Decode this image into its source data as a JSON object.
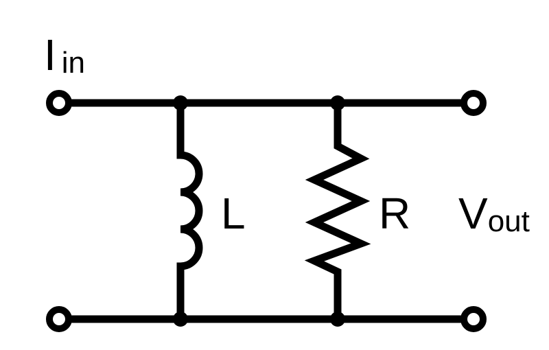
{
  "labels": {
    "current_main": "I",
    "current_sub": "in",
    "inductor": "L",
    "resistor": "R",
    "voltage_main": "V",
    "voltage_sub": "out"
  },
  "colors": {
    "line": "#000000",
    "background": "#ffffff"
  }
}
